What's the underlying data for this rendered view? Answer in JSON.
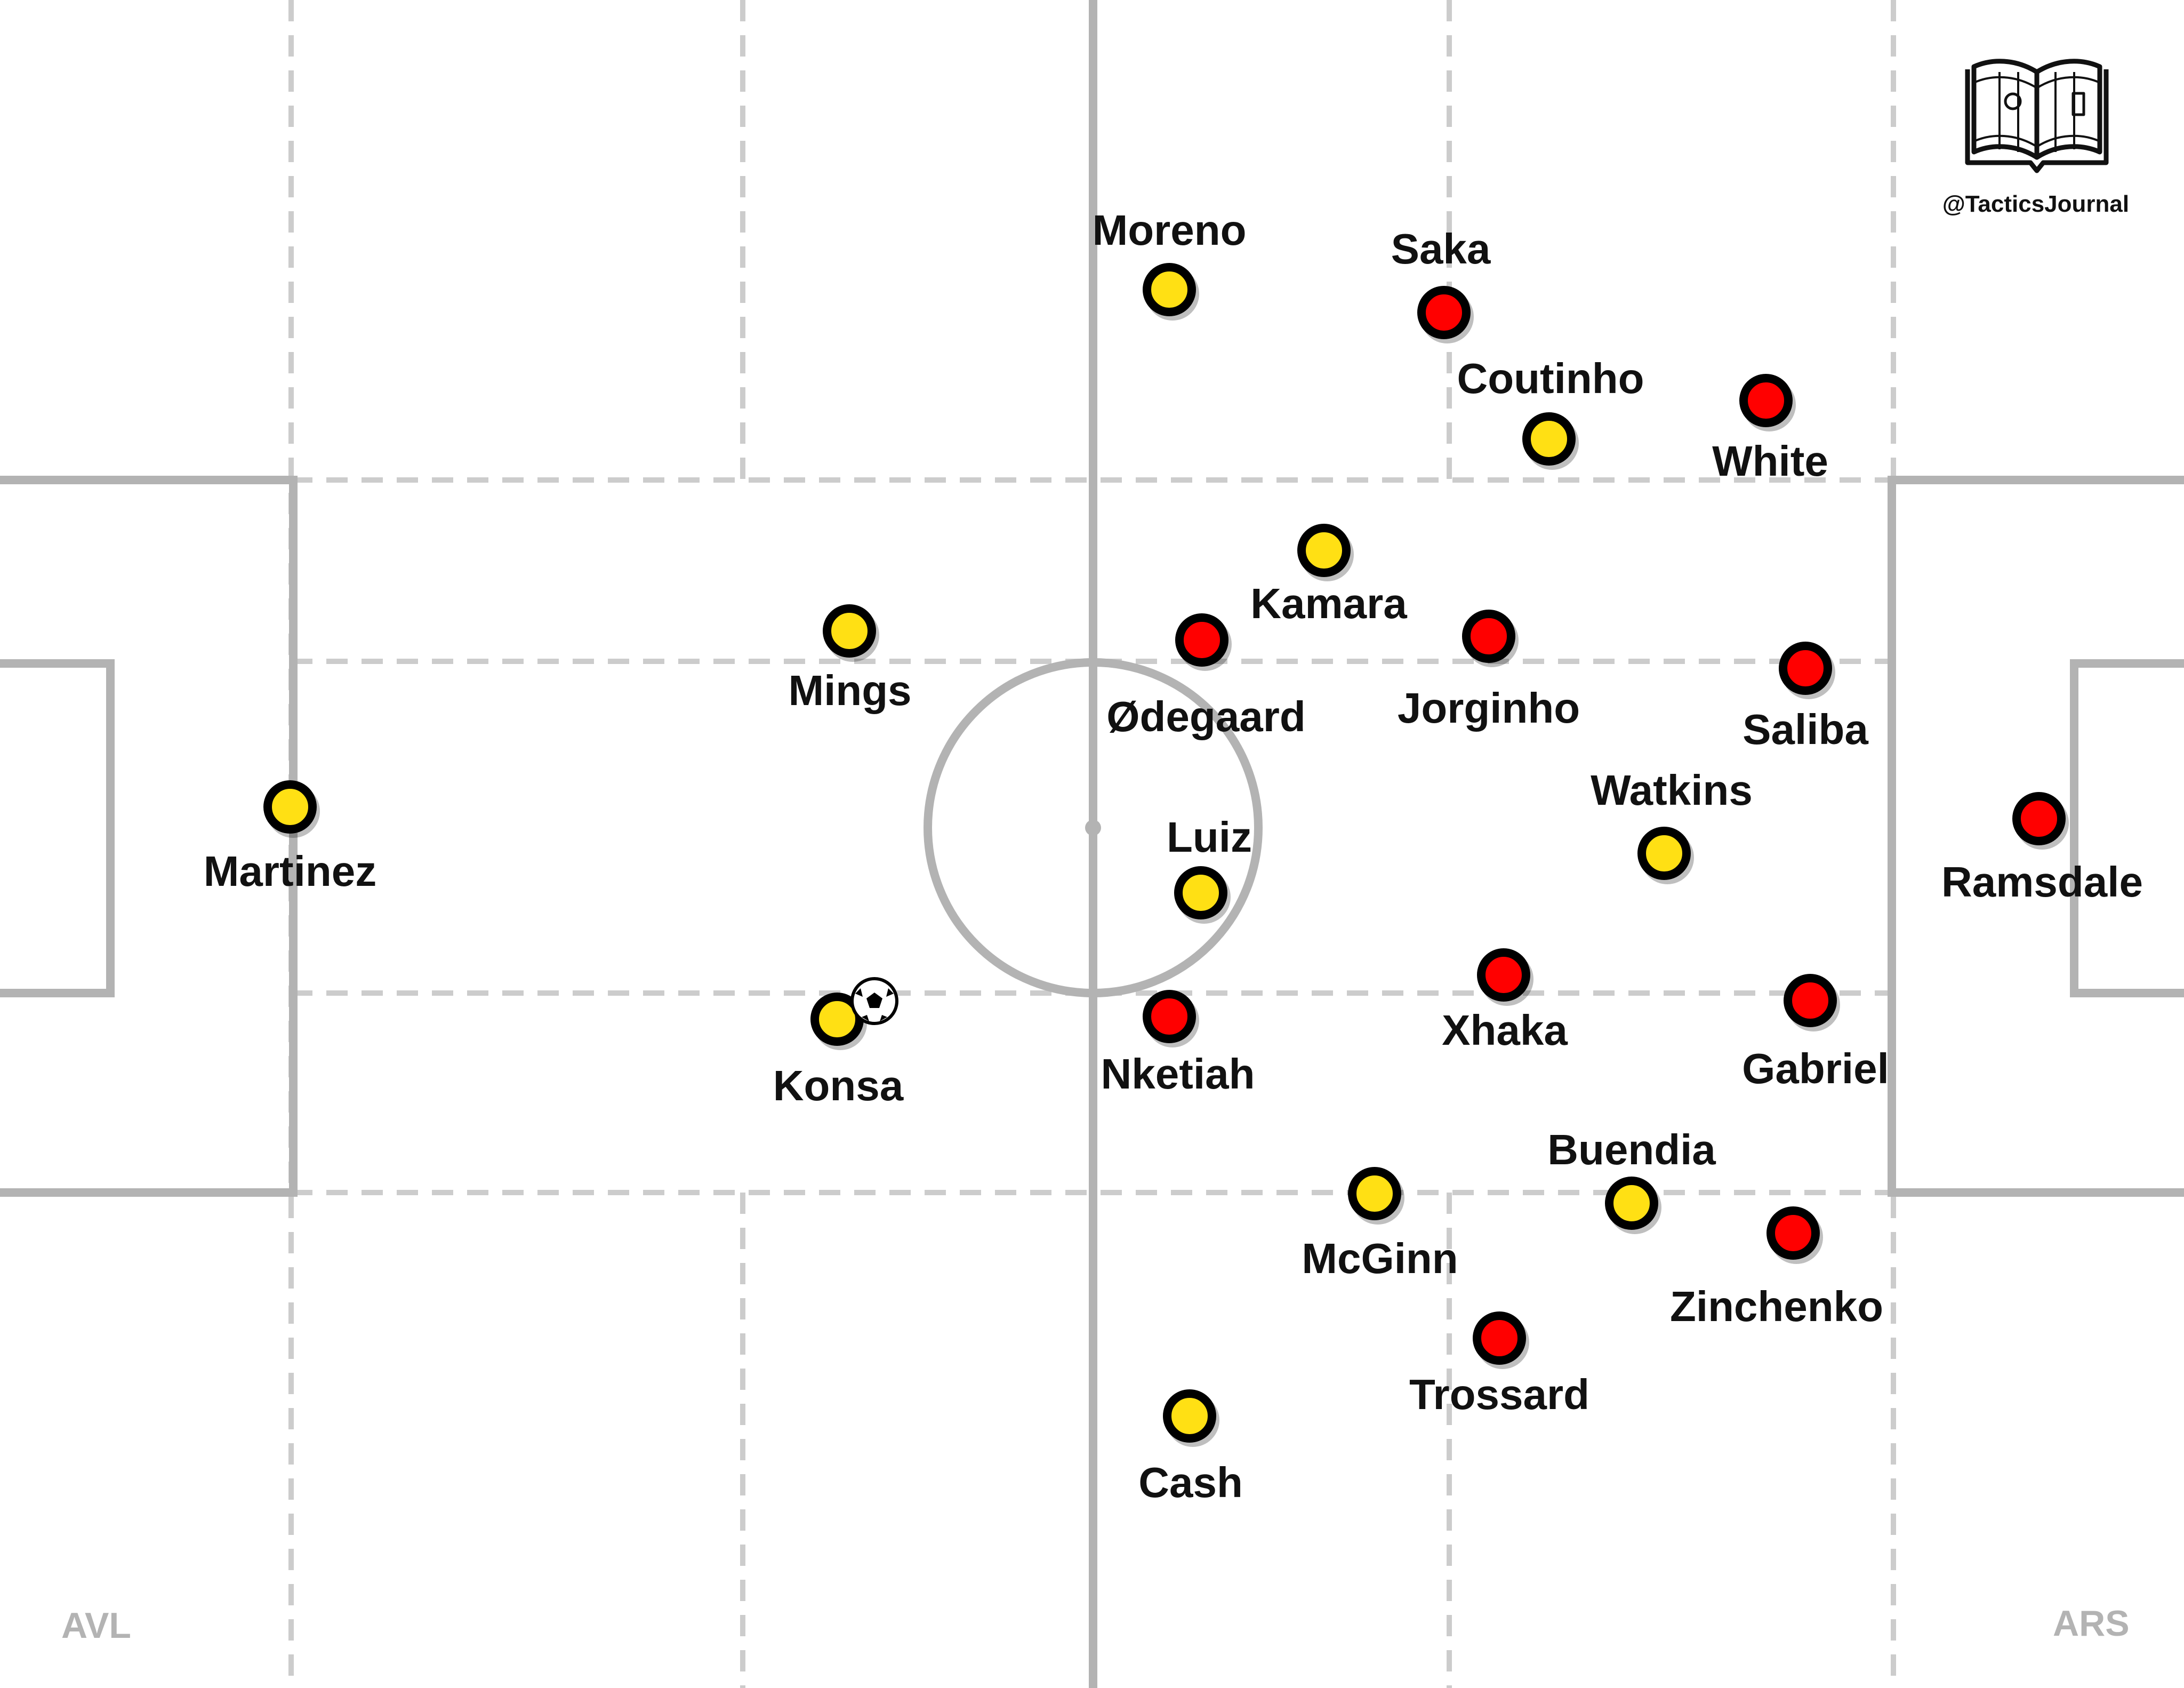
{
  "branding": {
    "handle": "@TacticsJournal",
    "logo_icon": "open-book-pitch-icon"
  },
  "teams": {
    "left": "AVL",
    "right": "ARS"
  },
  "colors": {
    "home": "#ffe014",
    "away": "#ff0000",
    "outline": "#000000",
    "lines": "#b3b3b3",
    "zones": "#cccccc"
  },
  "players": [
    {
      "name": "Moreno",
      "team": "AVL"
    },
    {
      "name": "Saka",
      "team": "ARS"
    },
    {
      "name": "Coutinho",
      "team": "AVL"
    },
    {
      "name": "White",
      "team": "ARS"
    },
    {
      "name": "Kamara",
      "team": "AVL"
    },
    {
      "name": "Mings",
      "team": "AVL"
    },
    {
      "name": "Ødegaard",
      "team": "ARS"
    },
    {
      "name": "Jorginho",
      "team": "ARS"
    },
    {
      "name": "Saliba",
      "team": "ARS"
    },
    {
      "name": "Martinez",
      "team": "AVL"
    },
    {
      "name": "Watkins",
      "team": "AVL"
    },
    {
      "name": "Luiz",
      "team": "AVL"
    },
    {
      "name": "Ramsdale",
      "team": "ARS"
    },
    {
      "name": "Konsa",
      "team": "AVL",
      "has_ball": true
    },
    {
      "name": "Nketiah",
      "team": "ARS"
    },
    {
      "name": "Xhaka",
      "team": "ARS"
    },
    {
      "name": "Gabriel",
      "team": "ARS"
    },
    {
      "name": "Buendia",
      "team": "AVL"
    },
    {
      "name": "McGinn",
      "team": "AVL"
    },
    {
      "name": "Zinchenko",
      "team": "ARS"
    },
    {
      "name": "Trossard",
      "team": "ARS"
    },
    {
      "name": "Cash",
      "team": "AVL"
    }
  ]
}
